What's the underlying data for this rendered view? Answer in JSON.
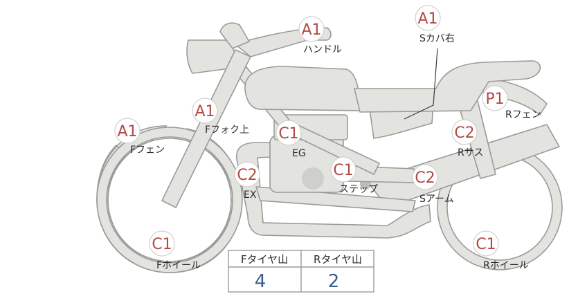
{
  "colors": {
    "grade_text": "#b24a44",
    "label_text": "#2a2a2a",
    "part_fill": "#e3e3e0",
    "part_stroke": "#9a9a98",
    "table_value": "#3b5a8f",
    "table_border": "#9a9a98"
  },
  "parts": [
    {
      "id": "handle",
      "grade": "A1",
      "label": "ハンドル"
    },
    {
      "id": "side-cover-right",
      "grade": "A1",
      "label": "Sカバ右"
    },
    {
      "id": "rear-fender",
      "grade": "P1",
      "label": "Rフェン"
    },
    {
      "id": "front-fork",
      "grade": "A1",
      "label": "Fフォク上"
    },
    {
      "id": "front-fender",
      "grade": "A1",
      "label": "Fフェン"
    },
    {
      "id": "engine",
      "grade": "C1",
      "label": "EG"
    },
    {
      "id": "rear-suspension",
      "grade": "C2",
      "label": "Rサス"
    },
    {
      "id": "exhaust",
      "grade": "C2",
      "label": "EX"
    },
    {
      "id": "step",
      "grade": "C1",
      "label": "ステップ"
    },
    {
      "id": "swing-arm",
      "grade": "C2",
      "label": "Sアーム"
    },
    {
      "id": "front-wheel",
      "grade": "C1",
      "label": "Fホイール"
    },
    {
      "id": "rear-wheel",
      "grade": "C1",
      "label": "Rホイール"
    }
  ],
  "tire_table": {
    "headers": [
      "Fタイヤ山",
      "Rタイヤ山"
    ],
    "values": [
      "4",
      "2"
    ]
  }
}
